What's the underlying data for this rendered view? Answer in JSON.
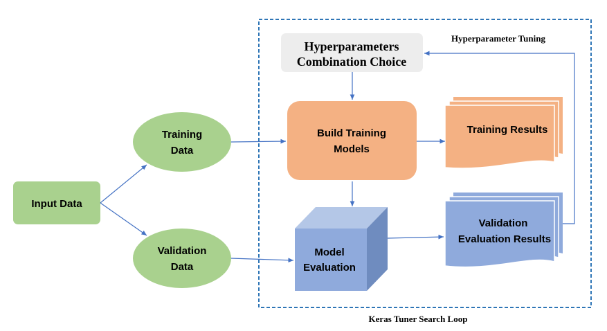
{
  "nodes": {
    "input_data": "Input Data",
    "training_data": [
      "Training",
      "Data"
    ],
    "validation_data": [
      "Validation",
      "Data"
    ],
    "hyperparameters_choice": [
      "Hyperparameters",
      "Combination Choice"
    ],
    "build_training_models": [
      "Build Training",
      "Models"
    ],
    "training_results": "Training Results",
    "model_evaluation": [
      "Model",
      "Evaluation"
    ],
    "validation_results": [
      "Validation",
      "Evaluation Results"
    ]
  },
  "labels": {
    "hyperparameter_tuning": "Hyperparameter Tuning",
    "search_loop": "Keras Tuner Search Loop"
  },
  "colors": {
    "green": "#a9d18e",
    "orange": "#f4b183",
    "blue": "#8faadc",
    "gray": "#ededed",
    "arrow": "#4472c4",
    "dashed_border": "#2e75b6"
  }
}
